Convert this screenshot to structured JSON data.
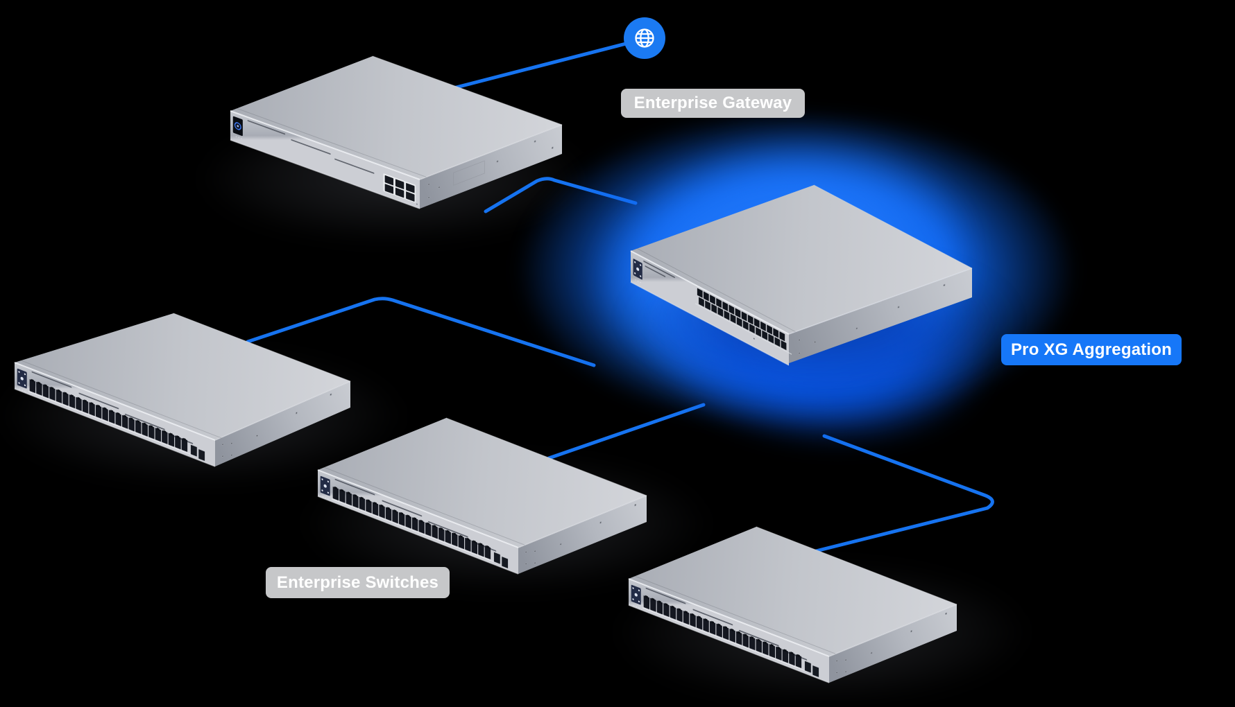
{
  "scene": {
    "background": "#000000"
  },
  "labels": {
    "gateway": "Enterprise Gateway",
    "aggregation": "Pro XG Aggregation",
    "switches": "Enterprise Switches"
  },
  "colors": {
    "connection_line": "#1673f0",
    "globe_badge": "#1b7af2",
    "label_badge_gray": "#c6c7c9",
    "label_badge_blue": "#1677f8",
    "label_text": "#ffffff",
    "glow": "#0d66f3"
  },
  "icons": [
    {
      "name": "globe-icon",
      "meaning": "internet uplink"
    }
  ],
  "devices": [
    {
      "id": "gateway",
      "label": "Enterprise Gateway",
      "visible_ports": 6,
      "has_front_display": true
    },
    {
      "id": "aggregation",
      "label": "Pro XG Aggregation",
      "visible_sfp_cages": 28,
      "highlighted": true
    },
    {
      "id": "switch-left",
      "label": "Enterprise Switch",
      "visible_rj45_ports": 24,
      "visible_sfp_ports": 2
    },
    {
      "id": "switch-center",
      "label": "Enterprise Switch",
      "visible_rj45_ports": 24,
      "visible_sfp_ports": 2
    },
    {
      "id": "switch-bottom-right",
      "label": "Enterprise Switch",
      "visible_rj45_ports": 24,
      "visible_sfp_ports": 2
    }
  ],
  "connections": [
    {
      "from": "gateway",
      "to": "internet"
    },
    {
      "from": "gateway",
      "to": "aggregation"
    },
    {
      "from": "switch-left",
      "to": "aggregation"
    },
    {
      "from": "switch-center",
      "to": "aggregation"
    },
    {
      "from": "switch-bottom-right",
      "to": "aggregation"
    }
  ]
}
